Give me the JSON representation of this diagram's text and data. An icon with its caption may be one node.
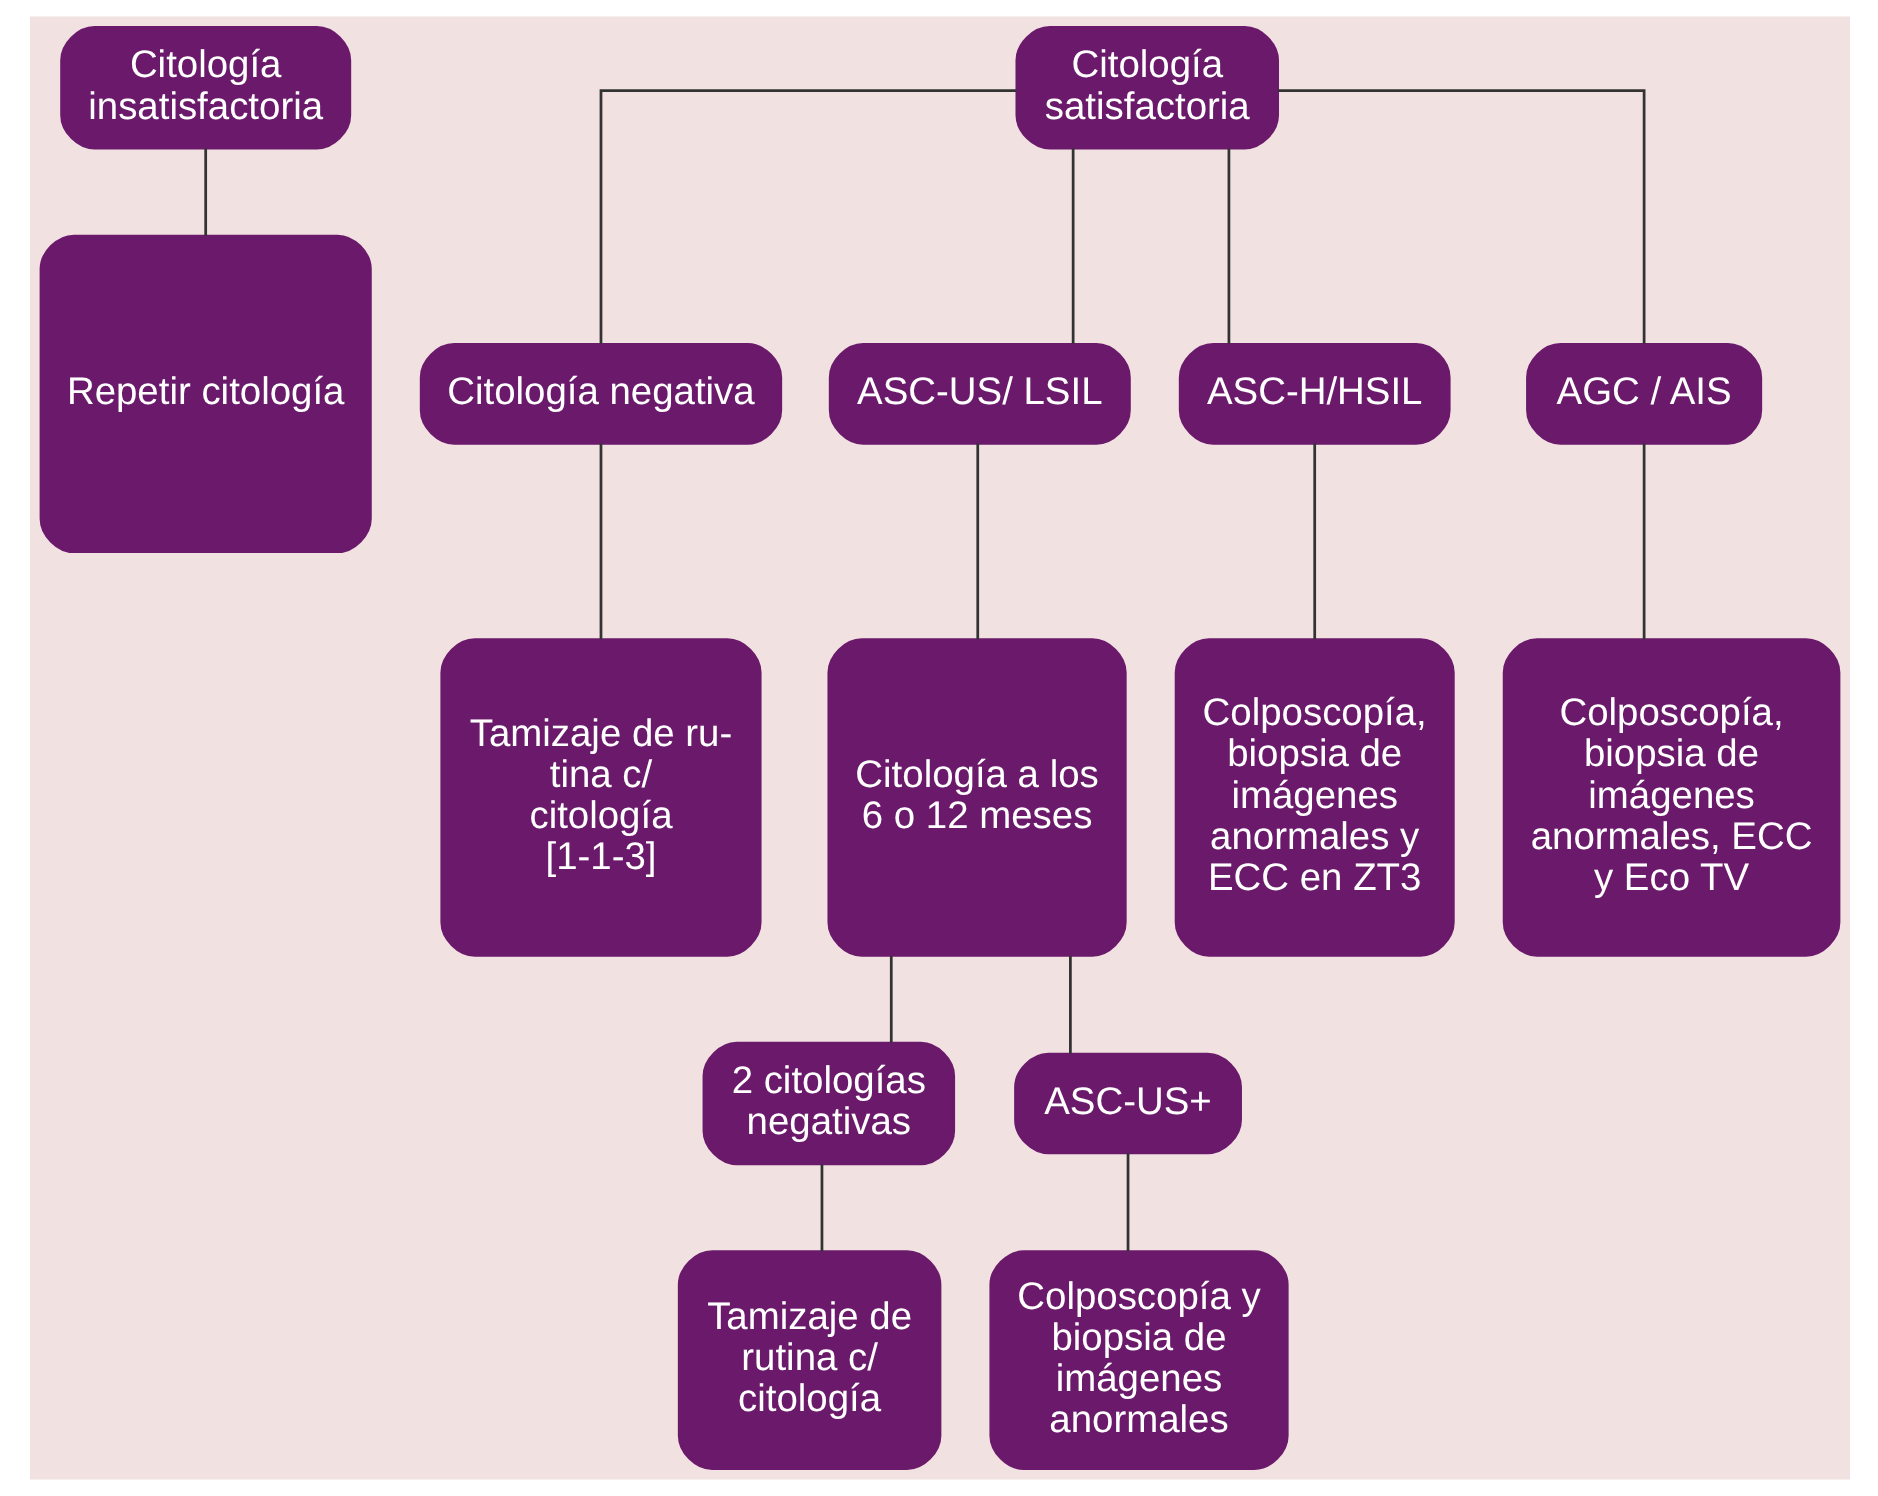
{
  "diagram": {
    "nodes": [
      {
        "text": [
          "Citología insatisfactoria"
        ]
      },
      {
        "text": [
          "Repetir citología"
        ]
      },
      {
        "text": [
          "Citología satisfactoria"
        ]
      },
      {
        "text": [
          "Citología negativa"
        ]
      },
      {
        "text": [
          "ASC-US/ LSIL"
        ]
      },
      {
        "text": [
          "ASC-H/HSIL"
        ]
      },
      {
        "text": [
          "AGC / AIS"
        ]
      },
      {
        "text": [
          "Tamizaje de ru- tina c/ citología [1-1-3]"
        ]
      },
      {
        "text": [
          "Citología a los 6 o 12 meses"
        ]
      },
      {
        "text": [
          "Colposcopía, biopsia de imágenes anormales y ECC en ZT3"
        ]
      },
      {
        "text": [
          "Colposcopía, biopsia de imágenes anormales, ECC y Eco TV"
        ]
      },
      {
        "text": [
          "2 citologías negativas"
        ]
      },
      {
        "text": [
          "ASC-US+"
        ]
      },
      {
        "text": [
          "Tamizaje de rutina c/ citología"
        ]
      },
      {
        "text": [
          "Colposcopía y biopsia de imágenes anormales"
        ]
      }
    ],
    "edges": [
      {
        "from": 0,
        "to": 1,
        "arrow": "none"
      },
      {
        "from": 2,
        "to": 3,
        "arrow": "none"
      },
      {
        "from": 2,
        "to": 4,
        "arrow": "none"
      },
      {
        "from": 2,
        "to": 5,
        "arrow": "none"
      },
      {
        "from": 2,
        "to": 6,
        "arrow": "none"
      },
      {
        "from": 3,
        "to": 7,
        "arrow": "none"
      },
      {
        "from": 4,
        "to": 8,
        "arrow": "none"
      },
      {
        "from": 5,
        "to": 9,
        "arrow": "none"
      },
      {
        "from": 6,
        "to": 10,
        "arrow": "none"
      },
      {
        "from": 8,
        "to": 11,
        "arrow": "none"
      },
      {
        "from": 8,
        "to": 12,
        "arrow": "none"
      },
      {
        "from": 11,
        "to": 13,
        "arrow": "none"
      },
      {
        "from": 12,
        "to": 14,
        "arrow": "none"
      }
    ]
  }
}
